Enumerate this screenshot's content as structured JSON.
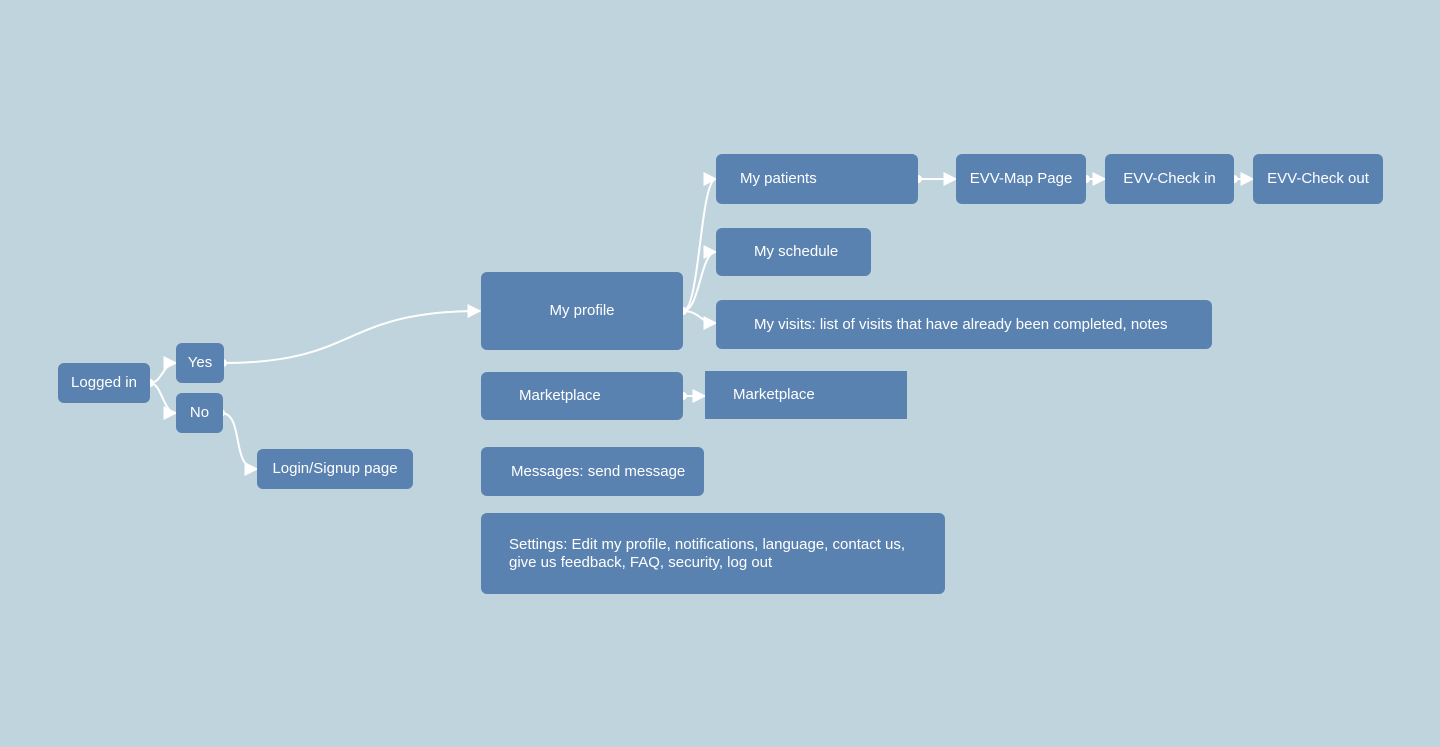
{
  "nodes": {
    "logged_in": "Logged in",
    "yes": "Yes",
    "no": "No",
    "login_signup": "Login/Signup page",
    "my_profile": "My profile",
    "my_patients": "My patients",
    "evv_map": "EVV-Map Page",
    "evv_check_in": "EVV-Check in",
    "evv_check_out": "EVV-Check out",
    "my_schedule": "My schedule",
    "my_visits": "My visits:  list of visits that have already been completed, notes",
    "marketplace": "Marketplace",
    "marketplace_target": "Marketplace",
    "messages": "Messages: send message",
    "settings_line1": "Settings: Edit my profile,  notifications, language, contact us,",
    "settings_line2": "give us feedback, FAQ, security, log out"
  },
  "colors": {
    "background": "#c0d4dd",
    "node_fill": "#5a82b0",
    "node_text": "#ffffff",
    "connector": "#ffffff"
  }
}
